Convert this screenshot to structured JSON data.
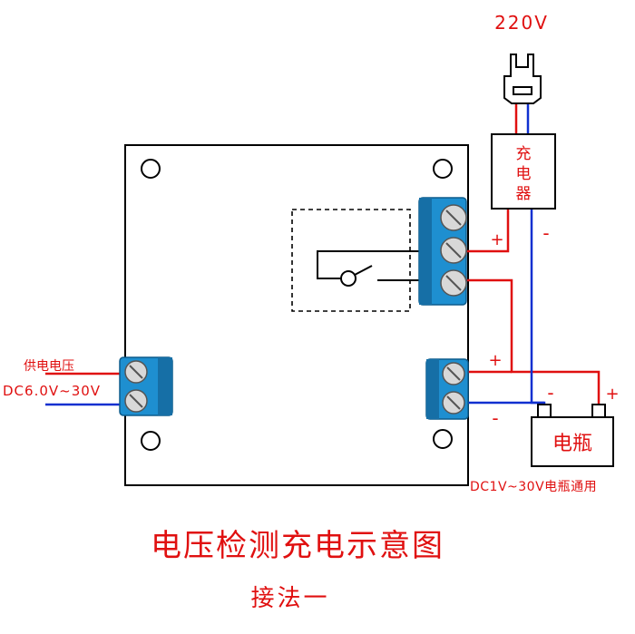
{
  "source_label": "220V",
  "charger_label": [
    "充",
    "电",
    "器"
  ],
  "relay_plus": "+",
  "relay_minus": "-",
  "supply_label_line1": "供电电压",
  "supply_label_line2": "DC6.0V~30V",
  "output_plus": "+",
  "output_minus": "-",
  "battery_label": "电瓶",
  "battery_minus": "-",
  "battery_plus": "+",
  "battery_range": "DC1V~30V电瓶通用",
  "title": "电压检测充电示意图",
  "subtitle": "接法一",
  "colors": {
    "positive_wire": "#e01010",
    "negative_wire": "#1030d0",
    "terminal_block": "#1e8fd0",
    "text_red": "#e01010"
  }
}
